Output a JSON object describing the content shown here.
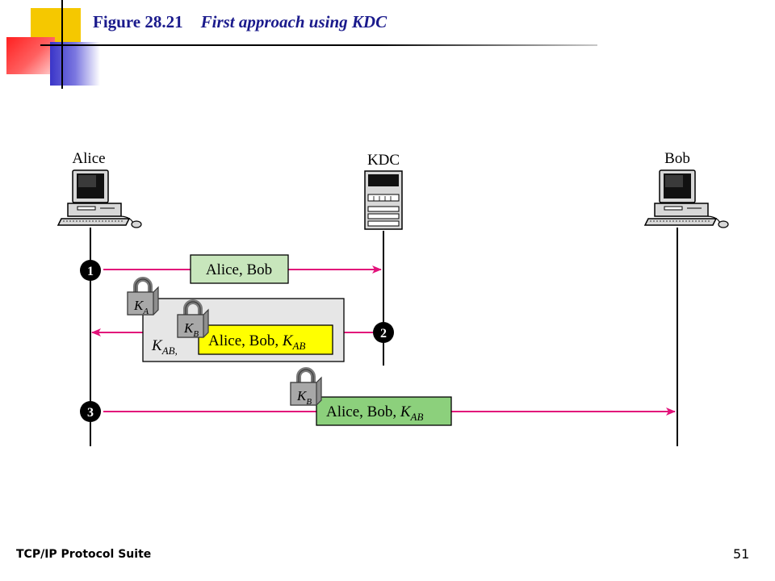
{
  "slide": {
    "figure_number": "Figure 28.21",
    "figure_title": "First approach using KDC",
    "footer_left": "TCP/IP Protocol Suite",
    "page_number": "51"
  },
  "diagram": {
    "entities": [
      {
        "id": "alice",
        "label": "Alice",
        "icon": "computer-icon"
      },
      {
        "id": "kdc",
        "label": "KDC",
        "icon": "server-icon"
      },
      {
        "id": "bob",
        "label": "Bob",
        "icon": "computer-icon"
      }
    ],
    "steps": [
      {
        "number": "1",
        "from": "alice",
        "to": "kdc",
        "message": "Alice, Bob"
      },
      {
        "number": "2",
        "from": "kdc",
        "to": "alice",
        "outer_lock": {
          "key": "K",
          "sub": "A"
        },
        "outer_text": {
          "key": "K",
          "sub": "AB,"
        },
        "inner_lock": {
          "key": "K",
          "sub": "B"
        },
        "inner_message": {
          "text": "Alice, Bob, ",
          "key": "K",
          "sub": "AB"
        }
      },
      {
        "number": "3",
        "from": "alice",
        "to": "bob",
        "lock": {
          "key": "K",
          "sub": "B"
        },
        "message": {
          "text": "Alice, Bob, ",
          "key": "K",
          "sub": "AB"
        }
      }
    ],
    "colors": {
      "arrow": "#e2127a",
      "msg1_fill": "#c8e6bc",
      "msg3_fill": "#8cd07c",
      "inner_fill": "#ffff00",
      "outer_fill": "#e6e6e6",
      "lock_fill": "#a8a8a8",
      "title": "#1a1a8c"
    }
  }
}
